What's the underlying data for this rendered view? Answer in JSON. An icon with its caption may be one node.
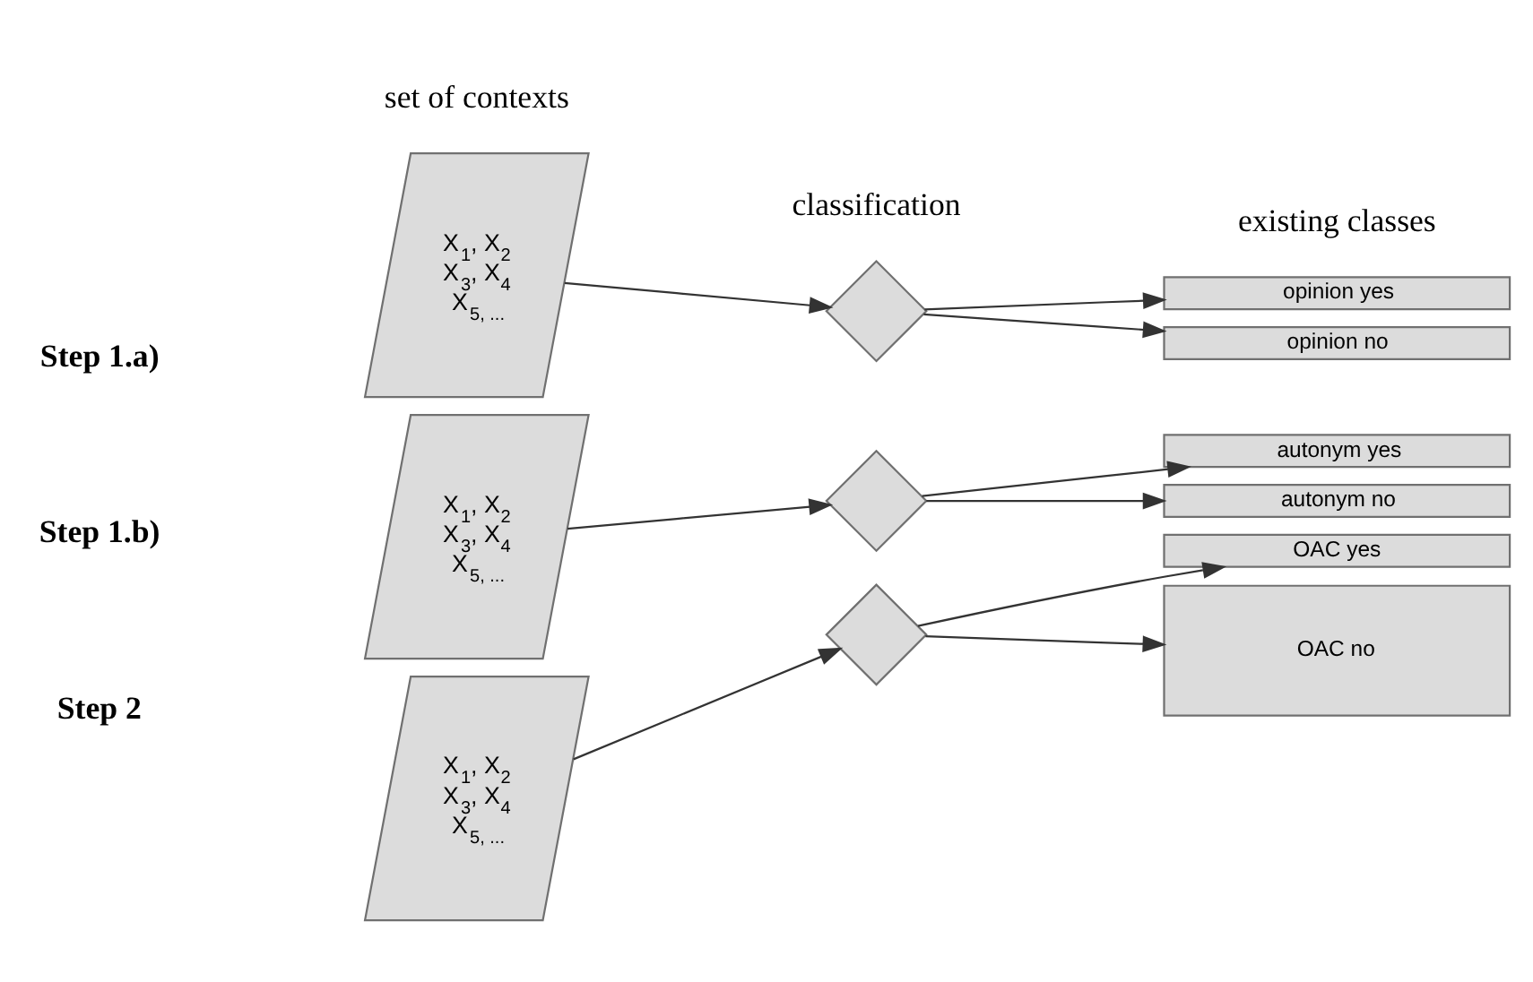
{
  "diagram": {
    "nodes": [
      {
        "text": [
          "X$_{1}$, X$_{2}$ X$_{3}$, X$_{4}$ X$_{5, ...}$"
        ]
      },
      {
        "text": [],
        "shape": "diamond"
      },
      {
        "text": [
          "opinion yes"
        ]
      },
      {
        "text": [
          "opinion no"
        ]
      },
      {
        "text": [
          "X$_{1}$, X$_{2}$ X$_{3}$, X$_{4}$ X$_{5, ...}$"
        ]
      },
      {
        "text": [],
        "shape": "diamond"
      },
      {
        "text": [
          "autonym yes"
        ]
      },
      {
        "text": [
          "autonym no"
        ]
      },
      {
        "text": [
          "X$_{1}$, X$_{2}$ X$_{3}$, X$_{4}$ X$_{5, ...}$"
        ]
      },
      {
        "text": [],
        "shape": "diamond"
      },
      {
        "text": [
          "OAC yes"
        ]
      },
      {
        "text": [
          "OAC no"
        ]
      }
    ],
    "edges": [
      {
        "from": 0,
        "to": 1,
        "arrow": "to"
      },
      {
        "from": 1,
        "to": 2,
        "arrow": "to"
      },
      {
        "from": 1,
        "to": 3,
        "arrow": "to"
      },
      {
        "from": 4,
        "to": 5,
        "arrow": "to"
      },
      {
        "from": 5,
        "to": 6,
        "arrow": "to"
      },
      {
        "from": 5,
        "to": 7,
        "arrow": "to"
      },
      {
        "from": 8,
        "to": 9,
        "arrow": "to"
      },
      {
        "from": 9,
        "to": 10,
        "arrow": "to"
      },
      {
        "from": 9,
        "to": 11,
        "arrow": "to"
      }
    ],
    "labels": [
      "set of contexts",
      "classification",
      "existing classes",
      "Step 1.a)",
      "Step 1.b)",
      "Step 2"
    ]
  }
}
